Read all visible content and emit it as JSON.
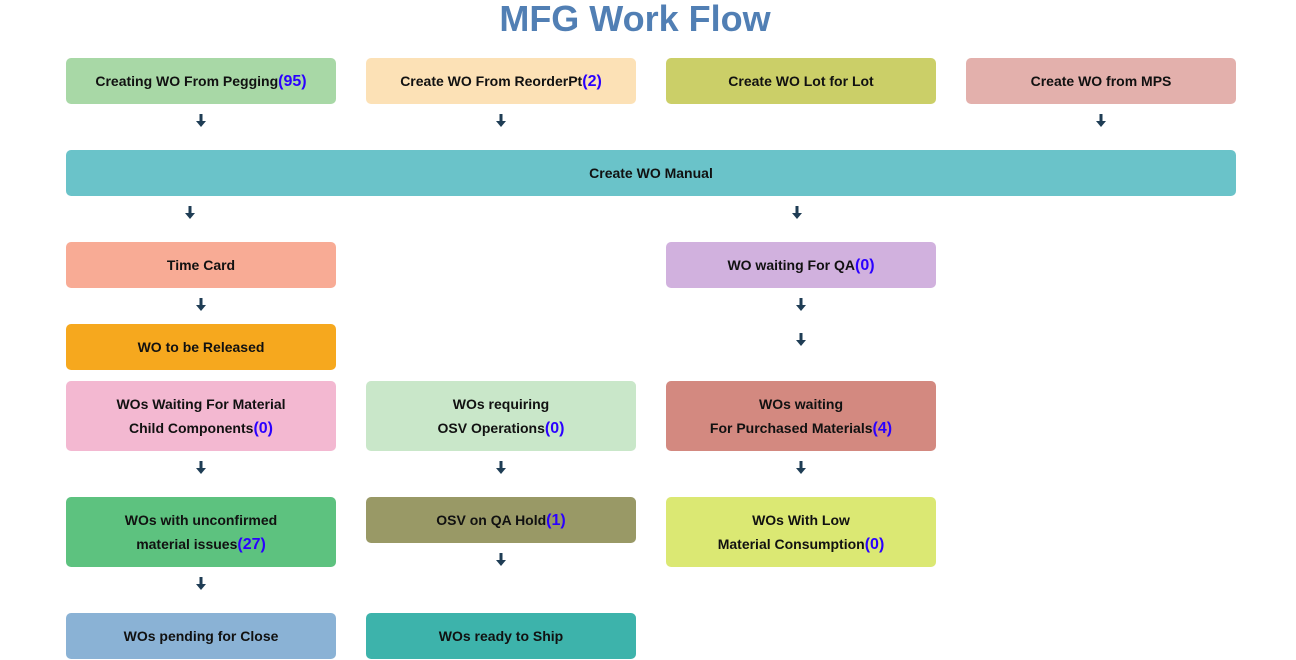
{
  "title": "MFG Work Flow",
  "boxes": {
    "pegging": {
      "label": "Creating WO From Pegging",
      "count": "(95)",
      "color": "#a8d8a6"
    },
    "reorder": {
      "label": "Create WO From ReorderPt",
      "count": "(2)",
      "color": "#fce1b6"
    },
    "lotforlot": {
      "label": "Create WO Lot for Lot",
      "color": "#cbcf68"
    },
    "mps": {
      "label": "Create WO from MPS",
      "color": "#e3b0ac"
    },
    "manual": {
      "label": "Create WO Manual",
      "color": "#6ac3c9"
    },
    "timecard": {
      "label": "Time Card",
      "color": "#f8ab95"
    },
    "waitqa": {
      "label": "WO waiting For QA",
      "count": "(0)",
      "color": "#d1b1de"
    },
    "release": {
      "label": "WO to be Released",
      "color": "#f6a81e"
    },
    "waitmat": {
      "line1": "WOs Waiting For Material",
      "line2": "Child Components",
      "count": "(0)",
      "color": "#f3b8d1"
    },
    "osvops": {
      "line1": "WOs requiring",
      "line2": "OSV Operations",
      "count": "(0)",
      "color": "#c9e7c9"
    },
    "purchased": {
      "line1": "WOs waiting",
      "line2": "For Purchased Materials",
      "count": "(4)",
      "color": "#d38980"
    },
    "unconfirmed": {
      "line1": "WOs with unconfirmed",
      "line2": "material issues",
      "count": "(27)",
      "color": "#5dc27f"
    },
    "osvhold": {
      "label": "OSV on QA Hold",
      "count": "(1)",
      "color": "#999966"
    },
    "lowcons": {
      "line1": "WOs With Low",
      "line2": "Material Consumption",
      "count": "(0)",
      "color": "#dbe873"
    },
    "pendclose": {
      "label": "WOs pending for Close",
      "color": "#8ab2d5"
    },
    "readyship": {
      "label": "WOs ready to Ship",
      "color": "#3db3ab"
    }
  },
  "arrow_color": "#1f3d55"
}
